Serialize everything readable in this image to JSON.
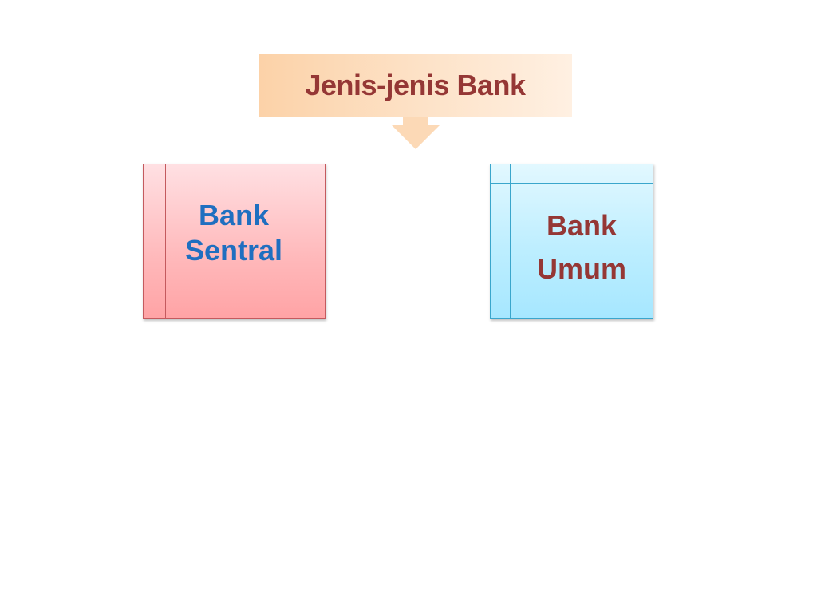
{
  "title": {
    "text": "Jenis-jenis Bank"
  },
  "boxes": [
    {
      "lines": [
        "Bank",
        "Sentral"
      ]
    },
    {
      "lines": [
        "Bank",
        "Umum"
      ]
    }
  ],
  "colors": {
    "title_text": "#953735",
    "title_fill": "#fcd2a8",
    "sentral_text": "#1f6fc0",
    "sentral_fill": "#ffb9bb",
    "umum_text": "#953735",
    "umum_fill": "#bdeeff"
  }
}
